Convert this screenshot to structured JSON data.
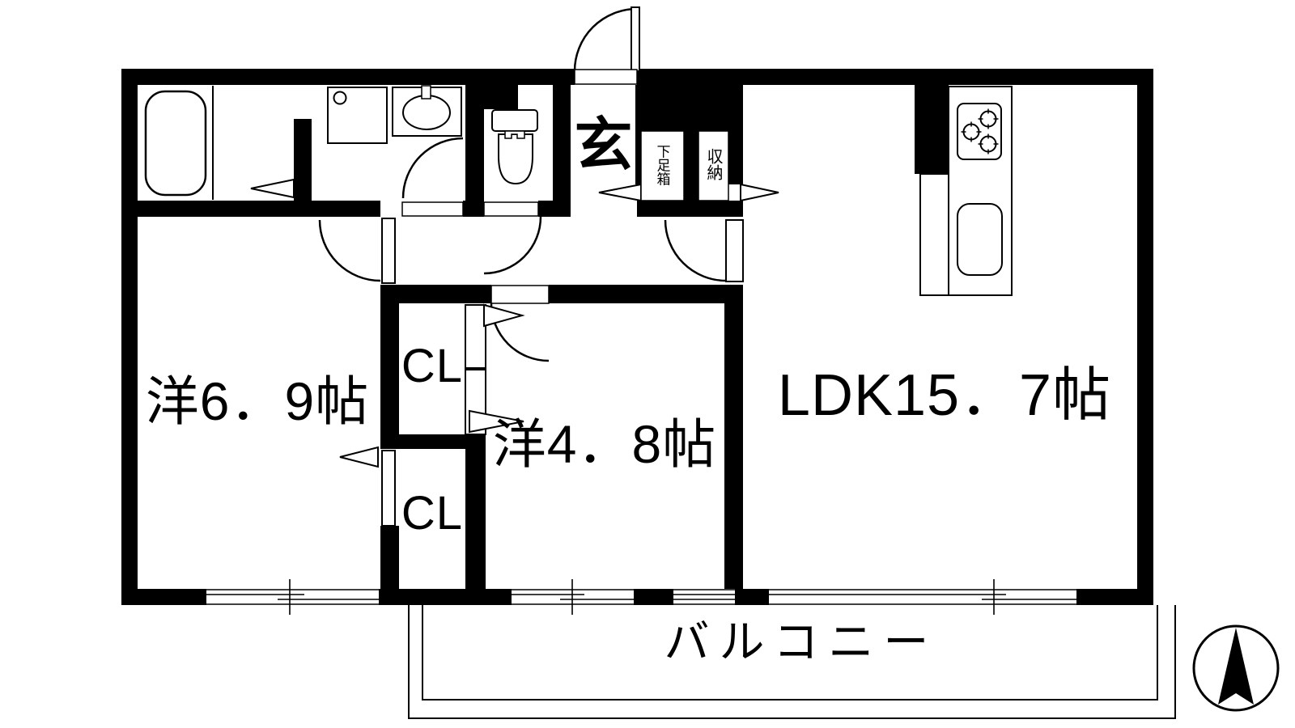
{
  "document": {
    "type": "apartment-floor-plan"
  },
  "rooms": {
    "bedroom_left": {
      "label": "洋6．9帖"
    },
    "bedroom_center": {
      "label": "洋4．8帖"
    },
    "ldk": {
      "label": "LDK15．7帖"
    },
    "closet_upper": {
      "label": "CL"
    },
    "closet_lower": {
      "label": "CL"
    },
    "entrance": {
      "label": "玄"
    },
    "shoe_box": {
      "label": "下足箱"
    },
    "storage": {
      "label": "収納"
    },
    "balcony": {
      "label": "バルコニー"
    }
  },
  "icons": {
    "compass": "north-arrow-icon",
    "fixtures": [
      "bathtub-icon",
      "washing-machine-pan-icon",
      "washbasin-icon",
      "toilet-icon",
      "gas-stove-icon",
      "kitchen-sink-icon"
    ]
  },
  "colors": {
    "wall": "#000000",
    "floor": "#ffffff",
    "line": "#000000"
  }
}
